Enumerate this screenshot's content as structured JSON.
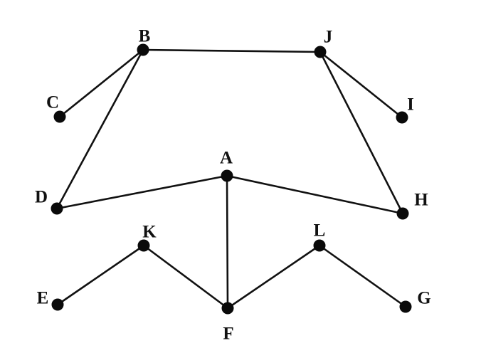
{
  "graph": {
    "nodes": [
      {
        "id": "A",
        "label": "A"
      },
      {
        "id": "B",
        "label": "B"
      },
      {
        "id": "C",
        "label": "C"
      },
      {
        "id": "D",
        "label": "D"
      },
      {
        "id": "E",
        "label": "E"
      },
      {
        "id": "F",
        "label": "F"
      },
      {
        "id": "G",
        "label": "G"
      },
      {
        "id": "H",
        "label": "H"
      },
      {
        "id": "I",
        "label": "I"
      },
      {
        "id": "J",
        "label": "J"
      },
      {
        "id": "K",
        "label": "K"
      },
      {
        "id": "L",
        "label": "L"
      }
    ],
    "edges": [
      [
        "B",
        "J"
      ],
      [
        "B",
        "C"
      ],
      [
        "B",
        "D"
      ],
      [
        "J",
        "I"
      ],
      [
        "J",
        "H"
      ],
      [
        "D",
        "A"
      ],
      [
        "A",
        "H"
      ],
      [
        "A",
        "F"
      ],
      [
        "E",
        "K"
      ],
      [
        "K",
        "F"
      ],
      [
        "F",
        "L"
      ],
      [
        "L",
        "G"
      ]
    ]
  },
  "colors": {
    "node": "#0a0a0a",
    "edge": "#111111",
    "label": "#111111",
    "background": "#ffffff"
  }
}
